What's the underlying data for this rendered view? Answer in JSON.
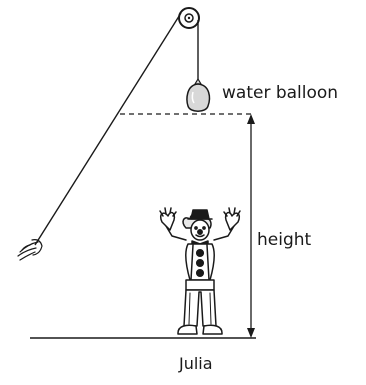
{
  "labels": {
    "water_balloon": "water balloon",
    "height": "height",
    "person": "Julia"
  },
  "icons": [
    "pulley-icon",
    "hand-icon",
    "water-balloon-icon",
    "clown-figure-icon",
    "height-arrow-icon"
  ],
  "colors": {
    "line": "#1a1a1a",
    "balloon_fill": "#d8d8d8",
    "background": "#ffffff"
  }
}
